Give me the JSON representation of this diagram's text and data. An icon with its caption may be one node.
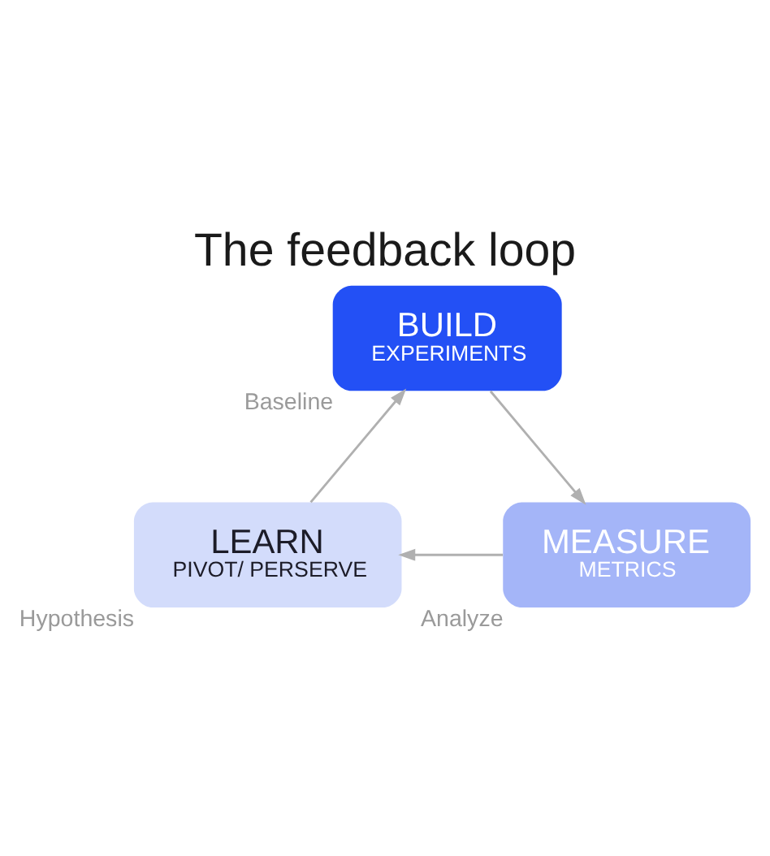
{
  "diagram": {
    "title": "The feedback loop",
    "nodes": [
      {
        "text": [
          "BUILD",
          "EXPERIMENTS"
        ],
        "beside": [
          "Baseline"
        ]
      },
      {
        "text": [
          "LEARN",
          "PIVOT/ PERSERVE"
        ],
        "beside": [
          "Hypothesis"
        ]
      },
      {
        "text": [
          "MEASURE",
          "METRICS"
        ],
        "beside": [
          "Analyze"
        ]
      }
    ],
    "edges": [
      {
        "from": 0,
        "to": 2,
        "arrow": "to"
      },
      {
        "from": 2,
        "to": 1,
        "arrow": "to"
      },
      {
        "from": 1,
        "to": 0,
        "arrow": "to"
      }
    ]
  }
}
